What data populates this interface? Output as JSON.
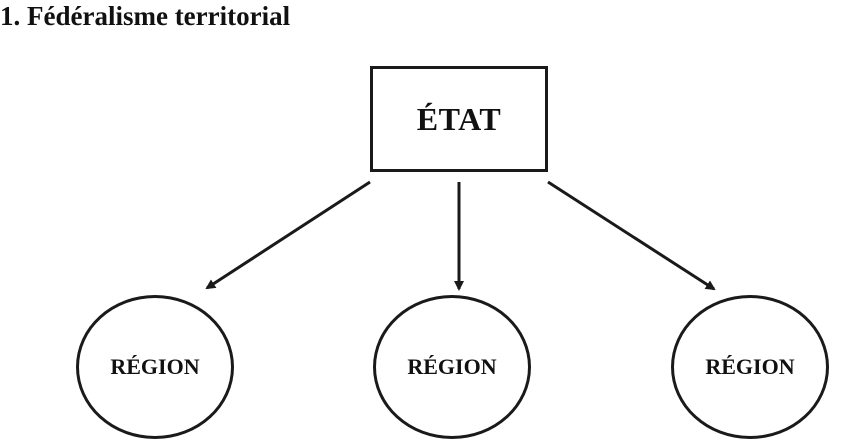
{
  "title": "1. Fédéralisme territorial",
  "state": {
    "label": "ÉTAT"
  },
  "regions": [
    {
      "label": "RÉGION"
    },
    {
      "label": "RÉGION"
    },
    {
      "label": "RÉGION"
    }
  ],
  "colors": {
    "stroke": "#1a1a1a",
    "background": "#ffffff",
    "text": "#111111"
  }
}
